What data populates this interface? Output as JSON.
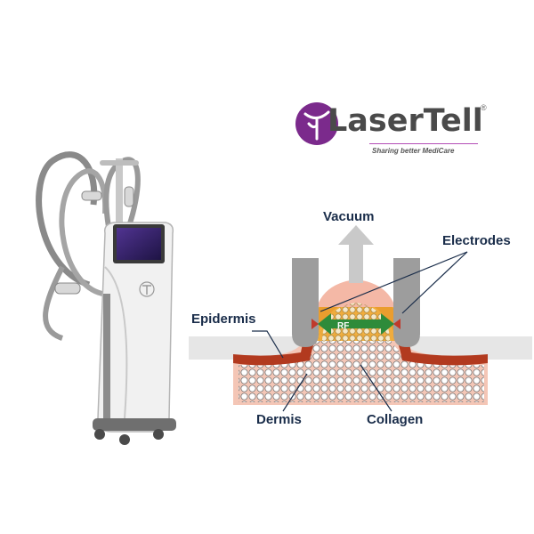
{
  "brand": {
    "name": "LaserTell",
    "registered": "®",
    "tagline": "Sharing better MediCare",
    "colors": {
      "logo_purple": "#7b2a8c",
      "text": "#4a4a4a",
      "label": "#1a2d4a"
    }
  },
  "diagram": {
    "labels": {
      "vacuum": "Vacuum",
      "electrodes": "Electrodes",
      "epidermis": "Epidermis",
      "dermis": "Dermis",
      "collagen": "Collagen",
      "rf": "RF"
    },
    "colors": {
      "skin_band": "#e6e6e6",
      "electrode_gray": "#9d9d9d",
      "epidermis_red": "#b23a1f",
      "dermis_pink": "#f4c6b6",
      "rf_box": "#f0a830",
      "rf_arrow": "#2e8b3a"
    }
  },
  "device": {
    "icon": "body-contouring-machine-image"
  }
}
